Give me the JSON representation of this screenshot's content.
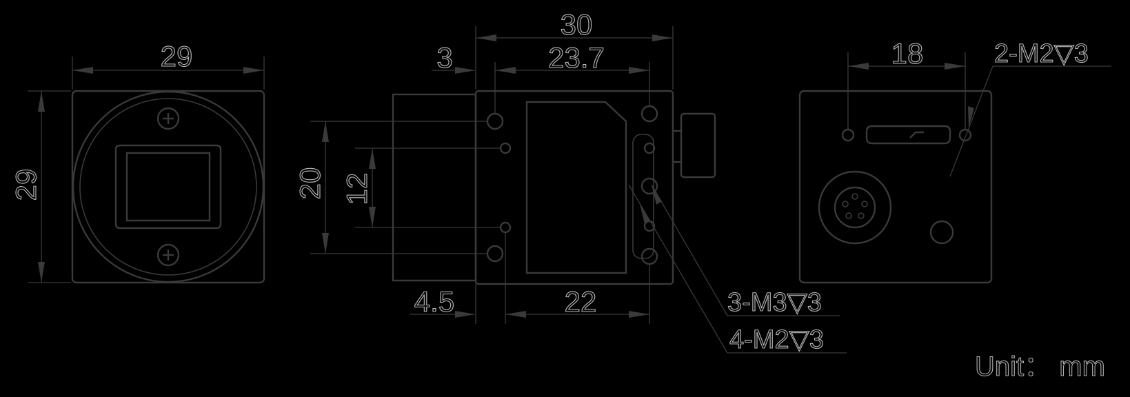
{
  "drawing": {
    "front_view": {
      "width_label": "29",
      "height_label": "29"
    },
    "side_view": {
      "overall_length_label": "30",
      "front_offset_label": "3",
      "hole_span_label": "23.7",
      "hole_pitch_outer_label": "20",
      "hole_pitch_inner_label": "12",
      "bottom_offset_label": "4.5",
      "bottom_span_label": "22",
      "callout_m3": "3-M3▽3",
      "callout_m2": "4-M2▽3"
    },
    "rear_view": {
      "hole_spacing_label": "18",
      "callout_m2": "2-M2▽3"
    },
    "unit_label": "Unit： mm"
  }
}
